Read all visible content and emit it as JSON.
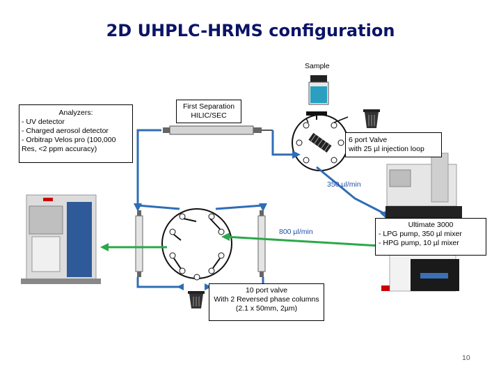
{
  "title": "2D UHPLC-HRMS configuration",
  "sample_label": "Sample",
  "analyzers": {
    "heading": "Analyzers:",
    "items": [
      "- UV detector",
      "- Charged aerosol detector",
      "- Orbitrap Velos pro (100,000",
      "Res, <2 ppm accuracy)"
    ]
  },
  "first_separation": {
    "line1": "First Separation",
    "line2": "HILIC/SEC"
  },
  "six_port": {
    "line1": "6 port Valve",
    "line2": "with 25 µl injection loop"
  },
  "flow_350": "350 µl/min",
  "flow_800": "800 µl/min",
  "ultimate": {
    "line1": "Ultimate 3000",
    "line2": "-   LPG pump, 350 µl mixer",
    "line3": "-   HPG pump, 10 µl mixer"
  },
  "ten_port": {
    "line1": "10 port valve",
    "line2": "With 2 Reversed phase columns",
    "line3": "(2.1 x 50mm,  2µm)"
  },
  "page_number": "10",
  "colors": {
    "title": "#0a1466",
    "blue_flow": "#2f6db5",
    "green_flow": "#2aa84a",
    "label_blue": "#1f4fa8"
  }
}
